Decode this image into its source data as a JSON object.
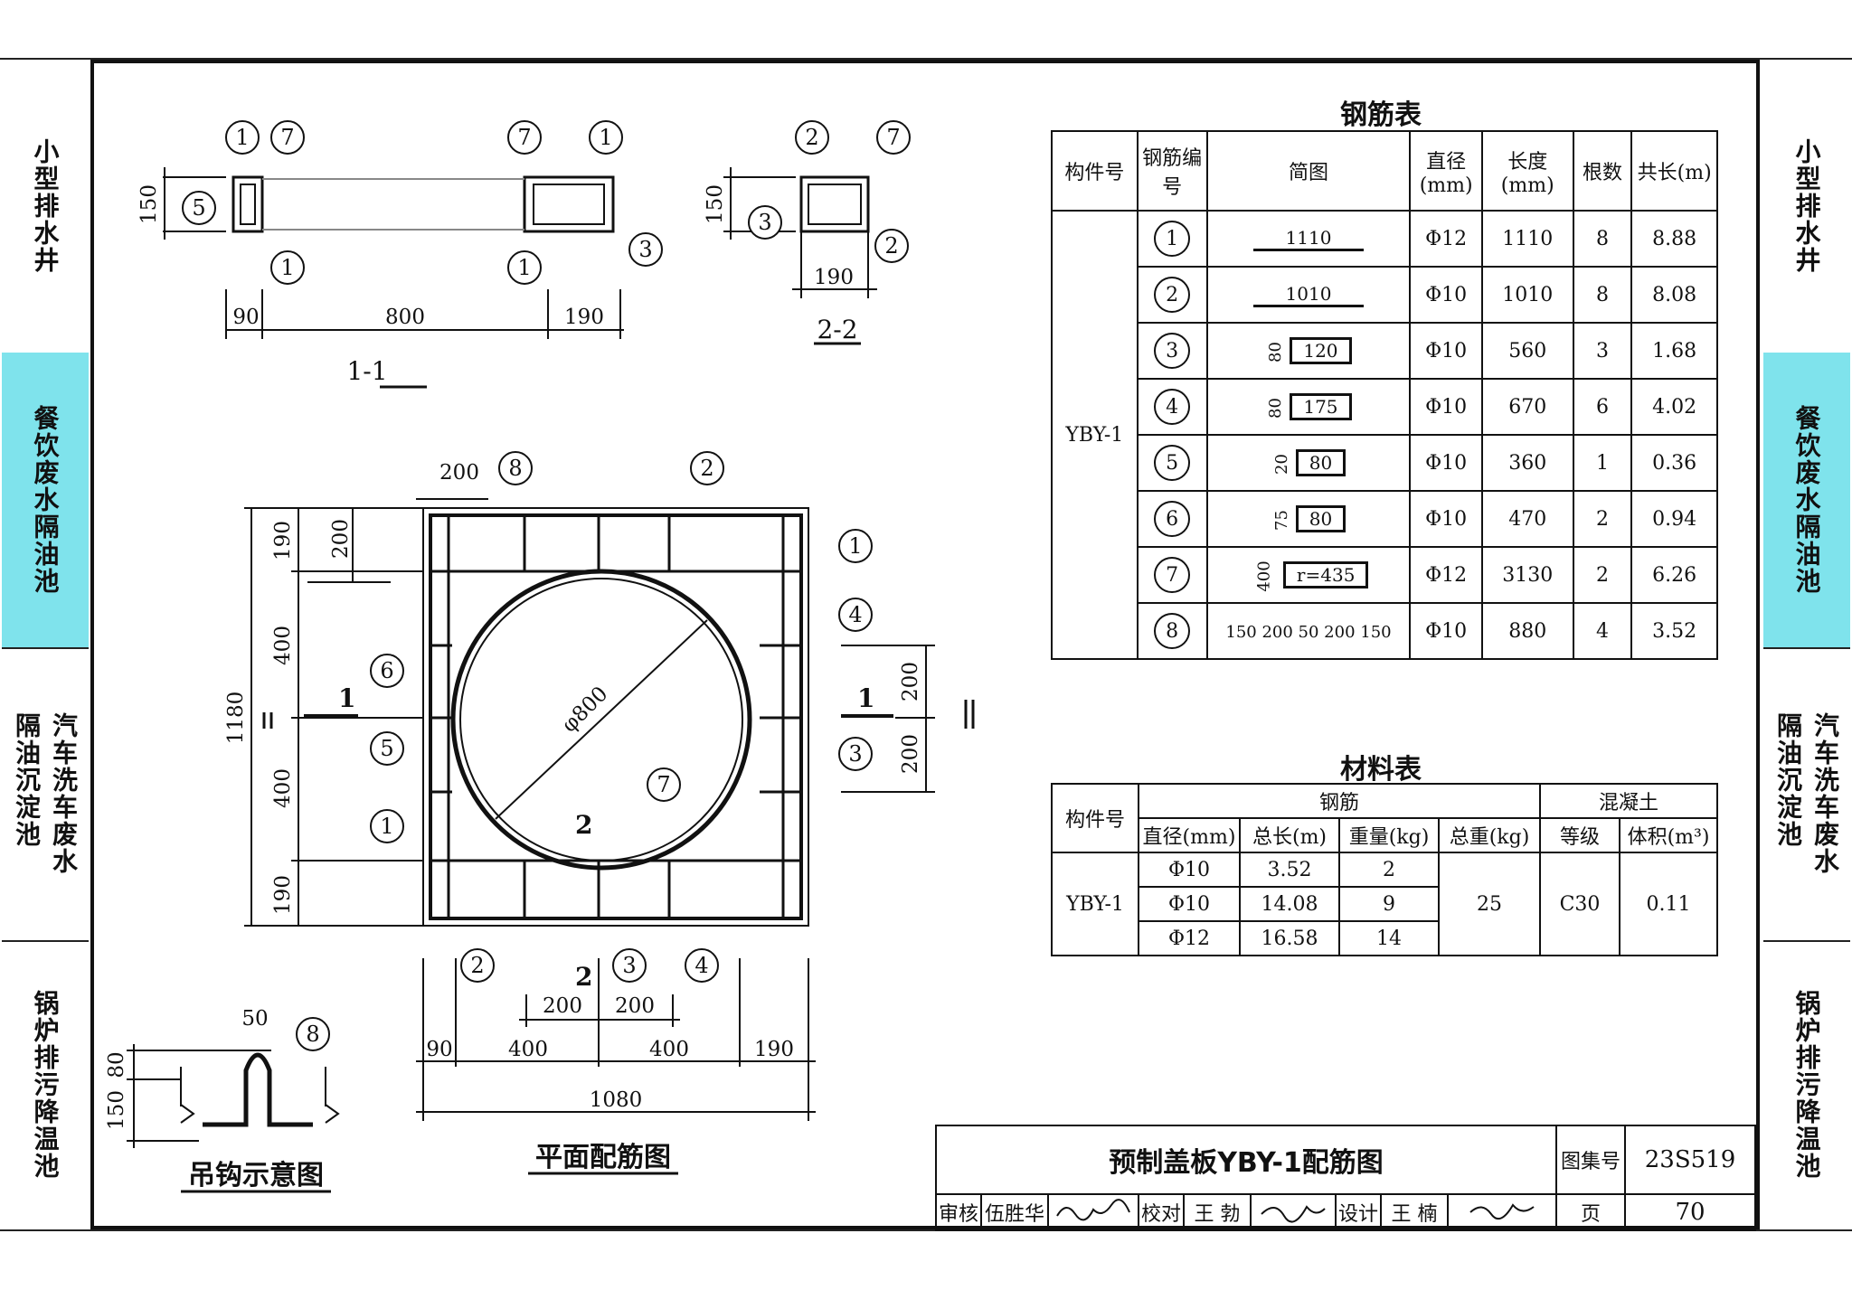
{
  "sidebar_left": [
    {
      "lines": [
        "小型排水井"
      ],
      "active": false
    },
    {
      "lines": [
        "餐饮废水隔油池"
      ],
      "active": true
    },
    {
      "lines": [
        "汽车洗车废水",
        "隔油沉淀池"
      ],
      "active": false
    },
    {
      "lines": [
        "锅炉排污降温池"
      ],
      "active": false
    }
  ],
  "sidebar_right": [
    {
      "lines": [
        "小型排水井"
      ],
      "active": false
    },
    {
      "lines": [
        "餐饮废水隔油池"
      ],
      "active": true
    },
    {
      "lines": [
        "汽车洗车废水",
        "隔油沉淀池"
      ],
      "active": false
    },
    {
      "lines": [
        "锅炉排污降温池"
      ],
      "active": false
    }
  ],
  "accent_color": "#7fe3ec",
  "rebar_table": {
    "title": "钢筋表",
    "headers": [
      "构件号",
      "钢筋编号",
      "简图",
      "直径(mm)",
      "长度(mm)",
      "根数",
      "共长(m)"
    ],
    "component": "YBY-1",
    "rows": [
      {
        "no": "1",
        "sketch": "1110",
        "dia": "Φ12",
        "len": "1110",
        "count": "8",
        "total": "8.88"
      },
      {
        "no": "2",
        "sketch": "1010",
        "dia": "Φ10",
        "len": "1010",
        "count": "8",
        "total": "8.08"
      },
      {
        "no": "3",
        "sketch": "120",
        "side": "80",
        "dia": "Φ10",
        "len": "560",
        "count": "3",
        "total": "1.68"
      },
      {
        "no": "4",
        "sketch": "175",
        "side": "80",
        "dia": "Φ10",
        "len": "670",
        "count": "6",
        "total": "4.02"
      },
      {
        "no": "5",
        "sketch": "80",
        "side": "20",
        "dia": "Φ10",
        "len": "360",
        "count": "1",
        "total": "0.36"
      },
      {
        "no": "6",
        "sketch": "80",
        "side": "75",
        "dia": "Φ10",
        "len": "470",
        "count": "2",
        "total": "0.94"
      },
      {
        "no": "7",
        "sketch": "r=435",
        "side": "400",
        "dia": "Φ12",
        "len": "3130",
        "count": "2",
        "total": "6.26"
      },
      {
        "no": "8",
        "sketch": "150 200 50 200 150",
        "dia": "Φ10",
        "len": "880",
        "count": "4",
        "total": "3.52"
      }
    ]
  },
  "material_table": {
    "title": "材料表",
    "h_component": "构件号",
    "h_rebar": "钢筋",
    "h_concrete": "混凝土",
    "h_dia": "直径(mm)",
    "h_totlen": "总长(m)",
    "h_weight": "重量(kg)",
    "h_totweight": "总重(kg)",
    "h_grade": "等级",
    "h_volume": "体积(m³)",
    "component": "YBY-1",
    "rows": [
      {
        "dia": "Φ10",
        "totlen": "3.52",
        "weight": "2"
      },
      {
        "dia": "Φ10",
        "totlen": "14.08",
        "weight": "9"
      },
      {
        "dia": "Φ12",
        "totlen": "16.58",
        "weight": "14"
      }
    ],
    "total_weight": "25",
    "grade": "C30",
    "volume": "0.11"
  },
  "drawing": {
    "section_1_1": "1-1",
    "section_2_2": "2-2",
    "plan_title": "平面配筋图",
    "hook_title": "吊钩示意图",
    "dims_1_1": [
      "150",
      "90",
      "800",
      "190"
    ],
    "dims_2_2": [
      "150",
      "190"
    ],
    "plan_top": [
      "200",
      "200"
    ],
    "plan_left": [
      "190",
      "400",
      "1180",
      "400",
      "190"
    ],
    "plan_right": [
      "200",
      "200"
    ],
    "plan_bottom": [
      "200",
      "200",
      "90",
      "400",
      "400",
      "190",
      "1080"
    ],
    "circle_label": "φ800",
    "hook_dims": [
      "50",
      "80",
      "150"
    ],
    "markers": [
      "1",
      "2",
      "3",
      "4",
      "5",
      "6",
      "7",
      "8"
    ],
    "section_marks": [
      "1",
      "1",
      "2",
      "2"
    ]
  },
  "title_block": {
    "title": "预制盖板YBY-1配筋图",
    "atlas_label": "图集号",
    "atlas_no": "23S519",
    "review_label": "审核",
    "reviewer": "伍胜华",
    "check_label": "校对",
    "checker": "王 勃",
    "design_label": "设计",
    "designer": "王 楠",
    "page_label": "页",
    "page_no": "70"
  }
}
